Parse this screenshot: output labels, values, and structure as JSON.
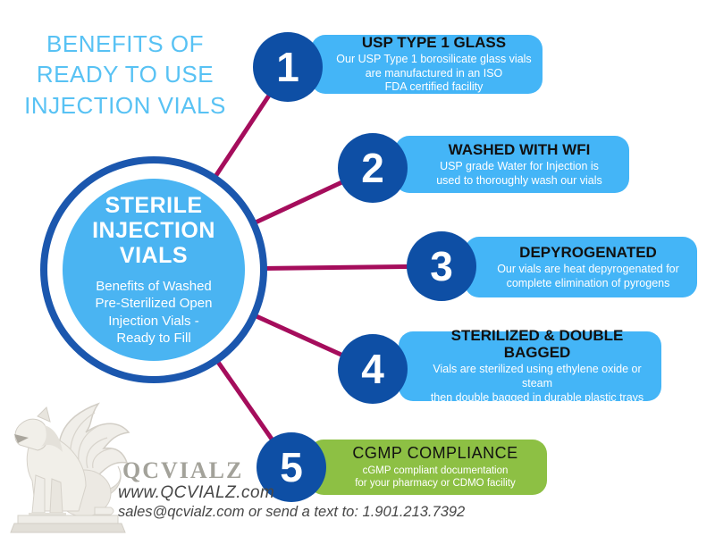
{
  "page": {
    "background": "#ffffff"
  },
  "header": {
    "title_lines": [
      "BENEFITS OF",
      "READY TO USE",
      "INJECTION VIALS"
    ],
    "color": "#58c2f4"
  },
  "center_circle": {
    "title_lines": [
      "STERILE",
      "INJECTION",
      "VIALS"
    ],
    "subtitle_lines": [
      "Benefits of Washed",
      "Pre-Sterilized Open",
      "Injection Vials -",
      "Ready to Fill"
    ],
    "ring_color": "#1b57ae",
    "fill_color": "#4ab4f2"
  },
  "items": [
    {
      "number": "1",
      "title": "USP TYPE 1 GLASS",
      "body_lines": [
        "Our USP Type 1 borosilicate glass vials",
        "are manufactured in an ISO",
        "FDA certified facility"
      ],
      "box_color": "#44b5f7"
    },
    {
      "number": "2",
      "title": "WASHED WITH WFI",
      "body_lines": [
        "USP grade Water for Injection is",
        "used to thoroughly wash our vials"
      ],
      "box_color": "#44b5f7"
    },
    {
      "number": "3",
      "title": "DEPYROGENATED",
      "body_lines": [
        "Our vials are heat depyrogenated for",
        "complete elimination of pyrogens"
      ],
      "box_color": "#44b5f7"
    },
    {
      "number": "4",
      "title": "STERILIZED & DOUBLE BAGGED",
      "body_lines": [
        "Vials are sterilized using ethylene oxide or steam",
        "then double bagged in durable plastic trays"
      ],
      "box_color": "#44b5f7"
    },
    {
      "number": "5",
      "title": "CGMP COMPLIANCE",
      "body_lines": [
        "cGMP compliant documentation",
        "for your pharmacy or CDMO facility"
      ],
      "box_color": "#8dc044"
    }
  ],
  "footer": {
    "brand": "QCVIALZ",
    "website": "www.QCVIALZ.com",
    "contact": "sales@qcvialz.com or send a text to: 1.901.213.7392"
  },
  "colors": {
    "number_circle": "#0e4fa5",
    "connector_line": "#a50d5c",
    "box_blue": "#44b5f7",
    "box_green": "#8dc044",
    "header_blue": "#58c2f4",
    "brand_gray": "#a3a29a",
    "footer_text": "#474747"
  }
}
